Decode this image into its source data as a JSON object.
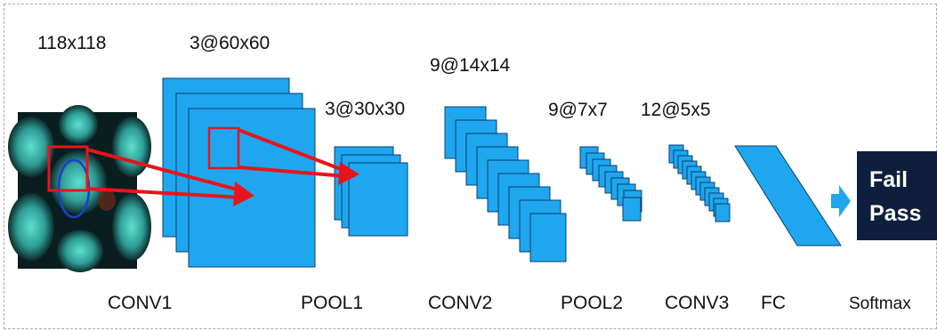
{
  "dimensions": {
    "input": "118x118",
    "conv1": "3@60x60",
    "pool1": "3@30x30",
    "conv2": "9@14x14",
    "pool2": "9@7x7",
    "conv3": "12@5x5"
  },
  "layers": {
    "conv1": "CONV1",
    "pool1": "POOL1",
    "conv2": "CONV2",
    "pool2": "POOL2",
    "conv3": "CONV3",
    "fc": "FC",
    "softmax": "Softmax"
  },
  "output": {
    "line1": "Fail",
    "line2": "Pass"
  },
  "colors": {
    "map_fill": "#1ea7ee",
    "map_stroke": "#0a3d70",
    "arrow": "#e8141c",
    "output_bg": "#0d1f3c"
  }
}
